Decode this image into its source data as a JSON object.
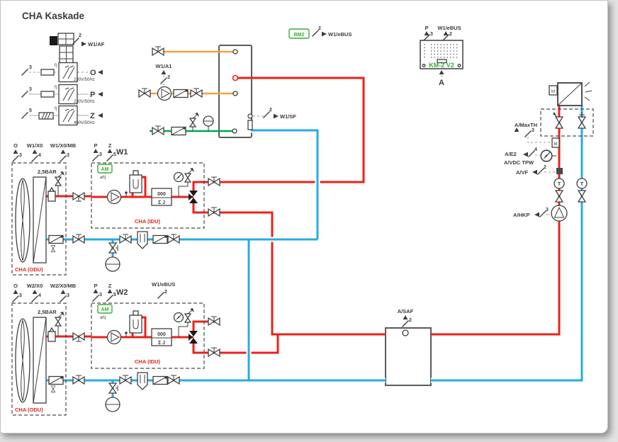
{
  "title": "CHA Kaskade",
  "num": {
    "n2": "2",
    "n3": "3",
    "n4": "4",
    "n5": "5"
  },
  "elec": {
    "af": "W1/AF",
    "rows": [
      {
        "wires": "3",
        "out": "O",
        "voltage": "230V/50Hz",
        "note": "f)"
      },
      {
        "wires": "3",
        "out": "P",
        "voltage": "230V/50Hz",
        "note": "f)"
      },
      {
        "wires": "5",
        "out": "Z",
        "voltage": "400V/50Hz",
        "note": "f)"
      }
    ]
  },
  "dhw": {
    "pump": "W1/A1",
    "sf": "W1/SF",
    "bm2": "BM2",
    "ebus": "W1/eBUS"
  },
  "km2": {
    "p": "P",
    "ebus": "W1/eBUS",
    "name": "KM-2 V2",
    "a": "A"
  },
  "w1": {
    "o": "O",
    "x0": "W1/X0",
    "x0mb": "W1/X0/MB",
    "bar": "2,5BAR",
    "odu": "CHA (ODU)",
    "name": "W1",
    "p": "P",
    "z": "Z",
    "am": "AM",
    "amnote": "ah)",
    "idu": "CHA (IDU)",
    "m000": "000",
    "msj": "Σ J"
  },
  "w2": {
    "o": "O",
    "x0": "W2/X0",
    "x0mb": "W2/X0/MB",
    "bar": "2,5BAR",
    "odu": "CHA (ODU)",
    "name": "W2",
    "p": "P",
    "z": "Z",
    "am": "AM",
    "amnote": "ah)",
    "idu": "CHA (IDU)",
    "m000": "000",
    "msj": "Σ J",
    "ebus": "W1/eBUS"
  },
  "buffer": {
    "label": "A/SAF"
  },
  "right": {
    "maxth": "A/MaxTH",
    "e2": "A/E2",
    "vdc": "A/VDC TPW",
    "vf": "A/VF",
    "hkp": "A/HKP",
    "m": "M",
    "t": "T"
  },
  "colors": {
    "red": "#e8231d",
    "blue": "#29abe2",
    "orange": "#f5a23a",
    "green": "#00a651",
    "label_green": "#3aaa35"
  }
}
